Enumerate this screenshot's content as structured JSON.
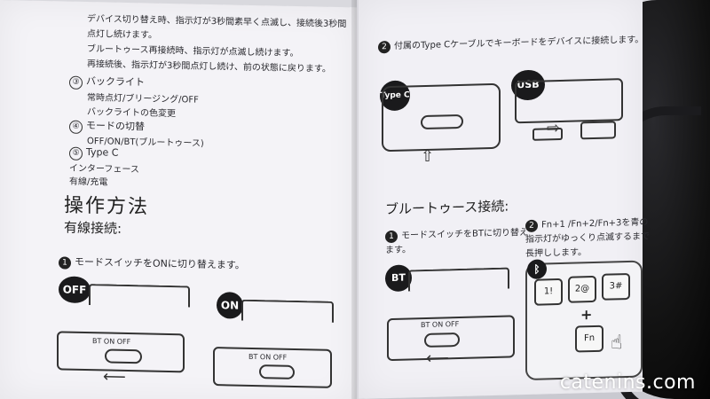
{
  "left_page": {
    "lines_top": [
      "デバイス切り替え時、指示灯が3秒間素早く点滅し、接続後3秒間",
      "点灯し続けます。",
      "ブルートゥース再接続時、指示灯が点滅し続けます。",
      "再接続後、指示灯が3秒間点灯し続け、前の状態に戻ります。"
    ],
    "item3_num": "③",
    "item3_title": "バックライト",
    "item3_line1": "常時点灯/ブリージング/OFF",
    "item3_line2": "バックライトの色変更",
    "item4_num": "④",
    "item4_title": "モードの切替",
    "item4_line1": "OFF/ON/BT(ブルートゥース)",
    "item5_num": "⑤",
    "item5_title": "Type C",
    "item5_line1": "インターフェース",
    "item5_line2": "有線/充電",
    "section_title": "操作方法",
    "sub_title": "有線接続:",
    "step1_num": "1",
    "step1_text": "モードスイッチをONに切り替えます。",
    "off_badge": "OFF",
    "on_badge": "ON",
    "switch_labels": "BT  ON  OFF"
  },
  "right_page": {
    "step2_num": "2",
    "step2_text": "付属のType Cケーブルでキーボードをデバイスに接続します。",
    "typec_badge": "Type C",
    "usb_badge": "USB",
    "bt_title": "ブルートゥース接続:",
    "bt_step1_num": "1",
    "bt_step1_text1": "モードスイッチをBTに切り替え",
    "bt_step1_text2": "ます。",
    "bt_badge": "BT",
    "bt_switch_labels": "BT  ON  OFF",
    "bt_step2_num": "2",
    "bt_step2_text1": "Fn+1 /Fn+2/Fn+3を青の",
    "bt_step2_text2": "指示灯がゆっくり点滅するまで",
    "bt_step2_text3": "長押しします。",
    "keys": [
      "1!",
      "2@",
      "3#"
    ],
    "fn_key": "Fn",
    "plus": "+"
  },
  "watermark": "catenins.com"
}
